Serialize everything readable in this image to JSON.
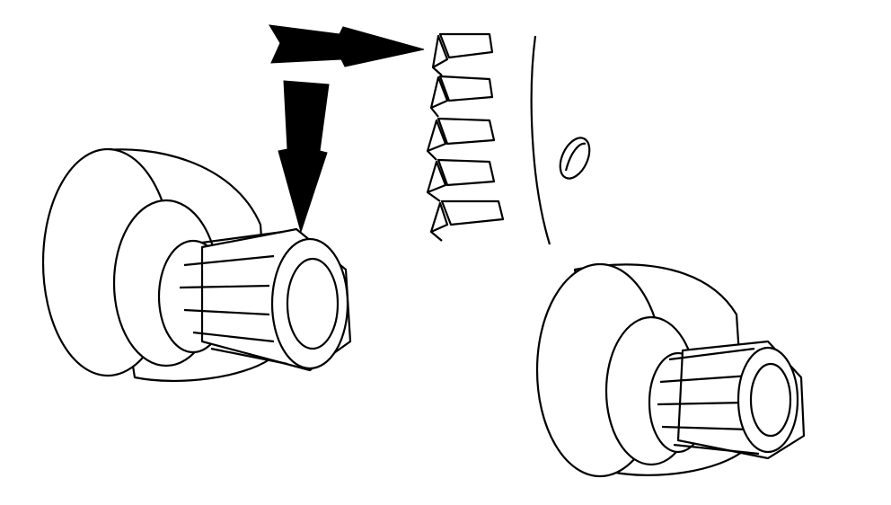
{
  "diagram": {
    "description_labels": [],
    "colors": {
      "line": "#000000",
      "background": "#ffffff"
    },
    "parts": [
      "engagement-arrow-horizontal",
      "engagement-arrow-vertical",
      "ring-gear-teeth",
      "flywheel-edge",
      "flywheel-hole",
      "starter-drive-left",
      "starter-drive-right"
    ]
  }
}
